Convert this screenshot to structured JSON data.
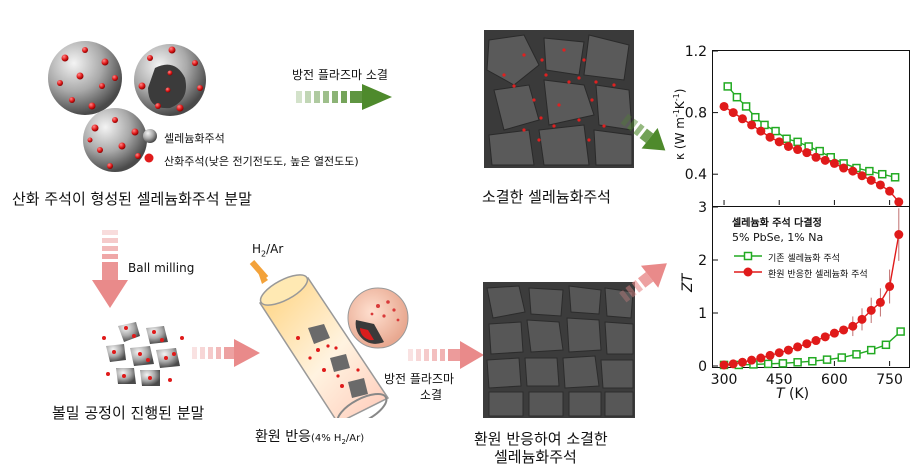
{
  "top_left": {
    "legend_selenide": "셀레늄화주석",
    "legend_oxide": "산화주석(낮은 전기전도도, 높은 열전도도)",
    "caption": "산화 주석이 형성된 셀레늄화주석 분말"
  },
  "top_arrow_label": "방전 플라즈마 소결",
  "top_sem_caption": "소결한 셀레늄화주석",
  "ball_milling_label": "Ball milling",
  "milled_caption": "볼밀 공정이 진행된 분말",
  "reduction": {
    "gas_label": "H",
    "gas_sub": "2",
    "gas_tail": "/Ar",
    "caption_main": "환원 반응",
    "caption_small_pre": "(4% H",
    "caption_small_sub": "2",
    "caption_small_post": "/Ar)"
  },
  "bottom_arrow_label_1": "방전 플라즈마",
  "bottom_arrow_label_2": "소결",
  "bottom_sem_caption_1": "환원 반응하여 소결한",
  "bottom_sem_caption_2": "셀레늄화주석",
  "colors": {
    "green_arrow": "#4e8a2c",
    "pink_arrow": "#e98a8a",
    "red_dot": "#e01a1a",
    "green_series": "#22aa22"
  },
  "chart_data": [
    {
      "type": "line",
      "ylabel": "κ (W m-1K-1)",
      "ylabel_parts": {
        "pre": "κ (W m",
        "sup1": "-1",
        "mid": "K",
        "sup2": "-1",
        "post": ")"
      },
      "ylim": [
        0.2,
        1.2
      ],
      "yticks": [
        "0.4",
        "0.8",
        "1.2"
      ],
      "xlim": [
        270,
        800
      ],
      "series": [
        {
          "marker": "open-square",
          "color": "#22aa22",
          "x": [
            310,
            335,
            360,
            385,
            410,
            440,
            470,
            500,
            530,
            560,
            590,
            625,
            660,
            695,
            730,
            765
          ],
          "y": [
            0.97,
            0.9,
            0.84,
            0.77,
            0.72,
            0.68,
            0.63,
            0.61,
            0.58,
            0.55,
            0.51,
            0.47,
            0.44,
            0.42,
            0.4,
            0.38
          ]
        },
        {
          "marker": "filled-circle",
          "color": "#e01a1a",
          "x": [
            300,
            325,
            350,
            375,
            400,
            425,
            450,
            475,
            500,
            525,
            550,
            575,
            600,
            625,
            650,
            675,
            700,
            725,
            750,
            775
          ],
          "y": [
            0.84,
            0.8,
            0.76,
            0.72,
            0.68,
            0.64,
            0.61,
            0.58,
            0.56,
            0.54,
            0.51,
            0.49,
            0.47,
            0.44,
            0.42,
            0.39,
            0.36,
            0.33,
            0.29,
            0.22
          ]
        }
      ]
    },
    {
      "type": "line",
      "annotation_title": "셀레늄화 주석 다결정",
      "annotation_sub": "5% PbSe, 1% Na",
      "xlabel": "T (K)",
      "xlabel_italic": "T",
      "xlabel_unit": " (K)",
      "ylabel": "ZT",
      "xlim": [
        270,
        800
      ],
      "ylim": [
        0,
        3
      ],
      "xticks": [
        "300",
        "450",
        "600",
        "750"
      ],
      "yticks": [
        "0",
        "1",
        "2",
        "3"
      ],
      "series": [
        {
          "name": "기존 셀레늄화 주석",
          "marker": "open-square",
          "color": "#22aa22",
          "x": [
            300,
            340,
            380,
            420,
            460,
            500,
            540,
            580,
            620,
            660,
            700,
            740,
            780
          ],
          "y": [
            0.02,
            0.02,
            0.03,
            0.04,
            0.05,
            0.07,
            0.09,
            0.12,
            0.16,
            0.22,
            0.3,
            0.4,
            0.65
          ]
        },
        {
          "name": "환원 반응한 셀레늄화 주석",
          "marker": "filled-circle",
          "color": "#e01a1a",
          "x": [
            300,
            325,
            350,
            375,
            400,
            425,
            450,
            475,
            500,
            525,
            550,
            575,
            600,
            625,
            650,
            675,
            700,
            725,
            750,
            775
          ],
          "y": [
            0.02,
            0.04,
            0.07,
            0.11,
            0.15,
            0.2,
            0.25,
            0.3,
            0.36,
            0.42,
            0.48,
            0.55,
            0.62,
            0.68,
            0.75,
            0.88,
            1.05,
            1.2,
            1.5,
            2.48
          ]
        }
      ]
    }
  ]
}
